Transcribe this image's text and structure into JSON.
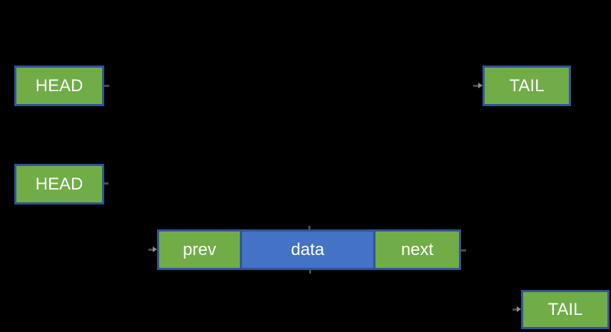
{
  "canvas": {
    "background": "#000000"
  },
  "colors": {
    "background": "#000000",
    "green_fill": "#70AD47",
    "blue_fill": "#4472C4",
    "box_border": "#2F5597",
    "label_text": "#FFFFFF",
    "connector_line": "#4a4a4a",
    "connector_arrow": "#8c8c8c"
  },
  "diagram": {
    "kind": "doubly-linked-list",
    "nodes": {
      "head_top": {
        "label": "HEAD",
        "fill": "green_fill"
      },
      "tail_top": {
        "label": "TAIL",
        "fill": "green_fill"
      },
      "head_mid": {
        "label": "HEAD",
        "fill": "green_fill"
      },
      "prev": {
        "label": "prev",
        "fill": "green_fill"
      },
      "data": {
        "label": "data",
        "fill": "blue_fill"
      },
      "next": {
        "label": "next",
        "fill": "green_fill"
      },
      "tail_bottom": {
        "label": "TAIL",
        "fill": "green_fill"
      }
    }
  }
}
